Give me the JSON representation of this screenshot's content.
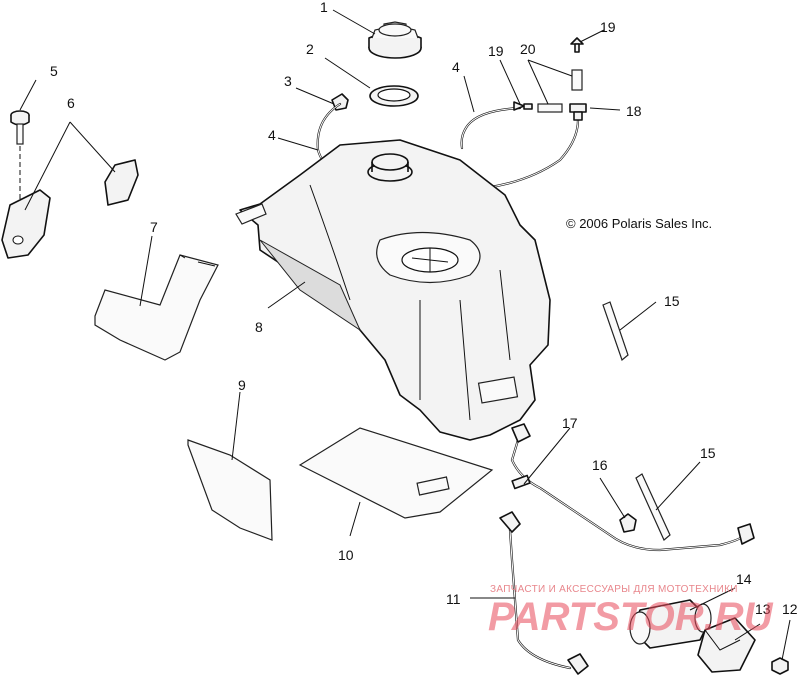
{
  "copyright": "© 2006 Polaris Sales Inc.",
  "watermark": {
    "tagline": "ЗАПЧАСТИ И АКСЕССУАРЫ ДЛЯ МОТОТЕХНИКИ",
    "logo": "PARTSTOR.RU"
  },
  "callouts": {
    "c1": "1",
    "c2": "2",
    "c3": "3",
    "c4a": "4",
    "c4b": "4",
    "c5": "5",
    "c6": "6",
    "c7": "7",
    "c8": "8",
    "c9": "9",
    "c10": "10",
    "c11": "11",
    "c12": "12",
    "c13": "13",
    "c14": "14",
    "c15a": "15",
    "c15b": "15",
    "c16": "16",
    "c17": "17",
    "c18": "18",
    "c19a": "19",
    "c19b": "19",
    "c20": "20"
  }
}
